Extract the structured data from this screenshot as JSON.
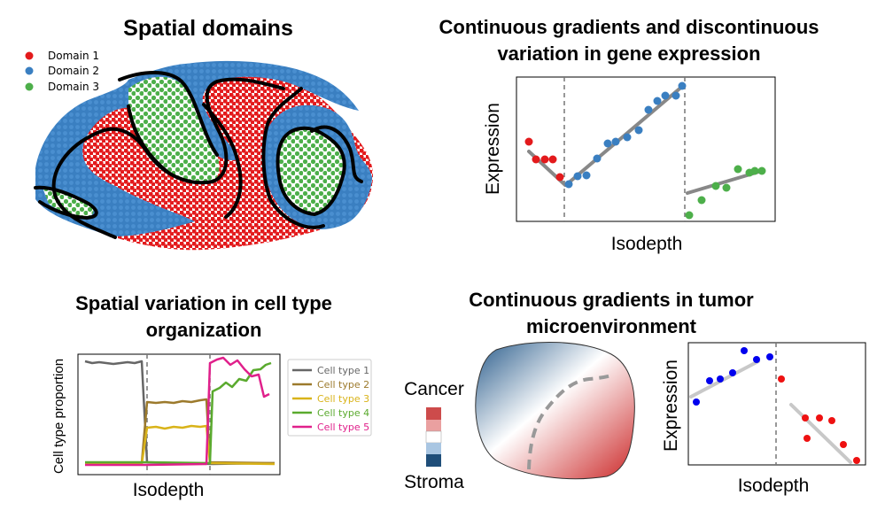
{
  "panels": {
    "spatial_domains": {
      "title": "Spatial domains",
      "legend": [
        {
          "label": "Domain 1",
          "color": "#e31a1c"
        },
        {
          "label": "Domain 2",
          "color": "#3a7fc1"
        },
        {
          "label": "Domain 3",
          "color": "#4daf4a"
        }
      ]
    },
    "gene_expression": {
      "title_line1": "Continuous gradients and discontinuous",
      "title_line2": "variation in gene expression",
      "ylabel": "Expression",
      "xlabel": "Isodepth"
    },
    "cell_type": {
      "title_line1": "Spatial variation in cell type",
      "title_line2": "organization",
      "ylabel": "Cell type proportion",
      "xlabel": "Isodepth",
      "legend": [
        {
          "label": "Cell type 1",
          "color": "#666666"
        },
        {
          "label": "Cell type 2",
          "color": "#9c7a2c"
        },
        {
          "label": "Cell type 3",
          "color": "#d9b319"
        },
        {
          "label": "Cell type 4",
          "color": "#5aaa2e"
        },
        {
          "label": "Cell type 5",
          "color": "#e0208b"
        }
      ]
    },
    "tumor": {
      "title_line1": "Continuous gradients in tumor",
      "title_line2": "microenvironment",
      "colorbar_top": "Cancer",
      "colorbar_bottom": "Stroma",
      "ylabel": "Expression",
      "xlabel": "Isodepth",
      "cancer_color": "#d03030",
      "stroma_color": "#1f4e79"
    }
  }
}
